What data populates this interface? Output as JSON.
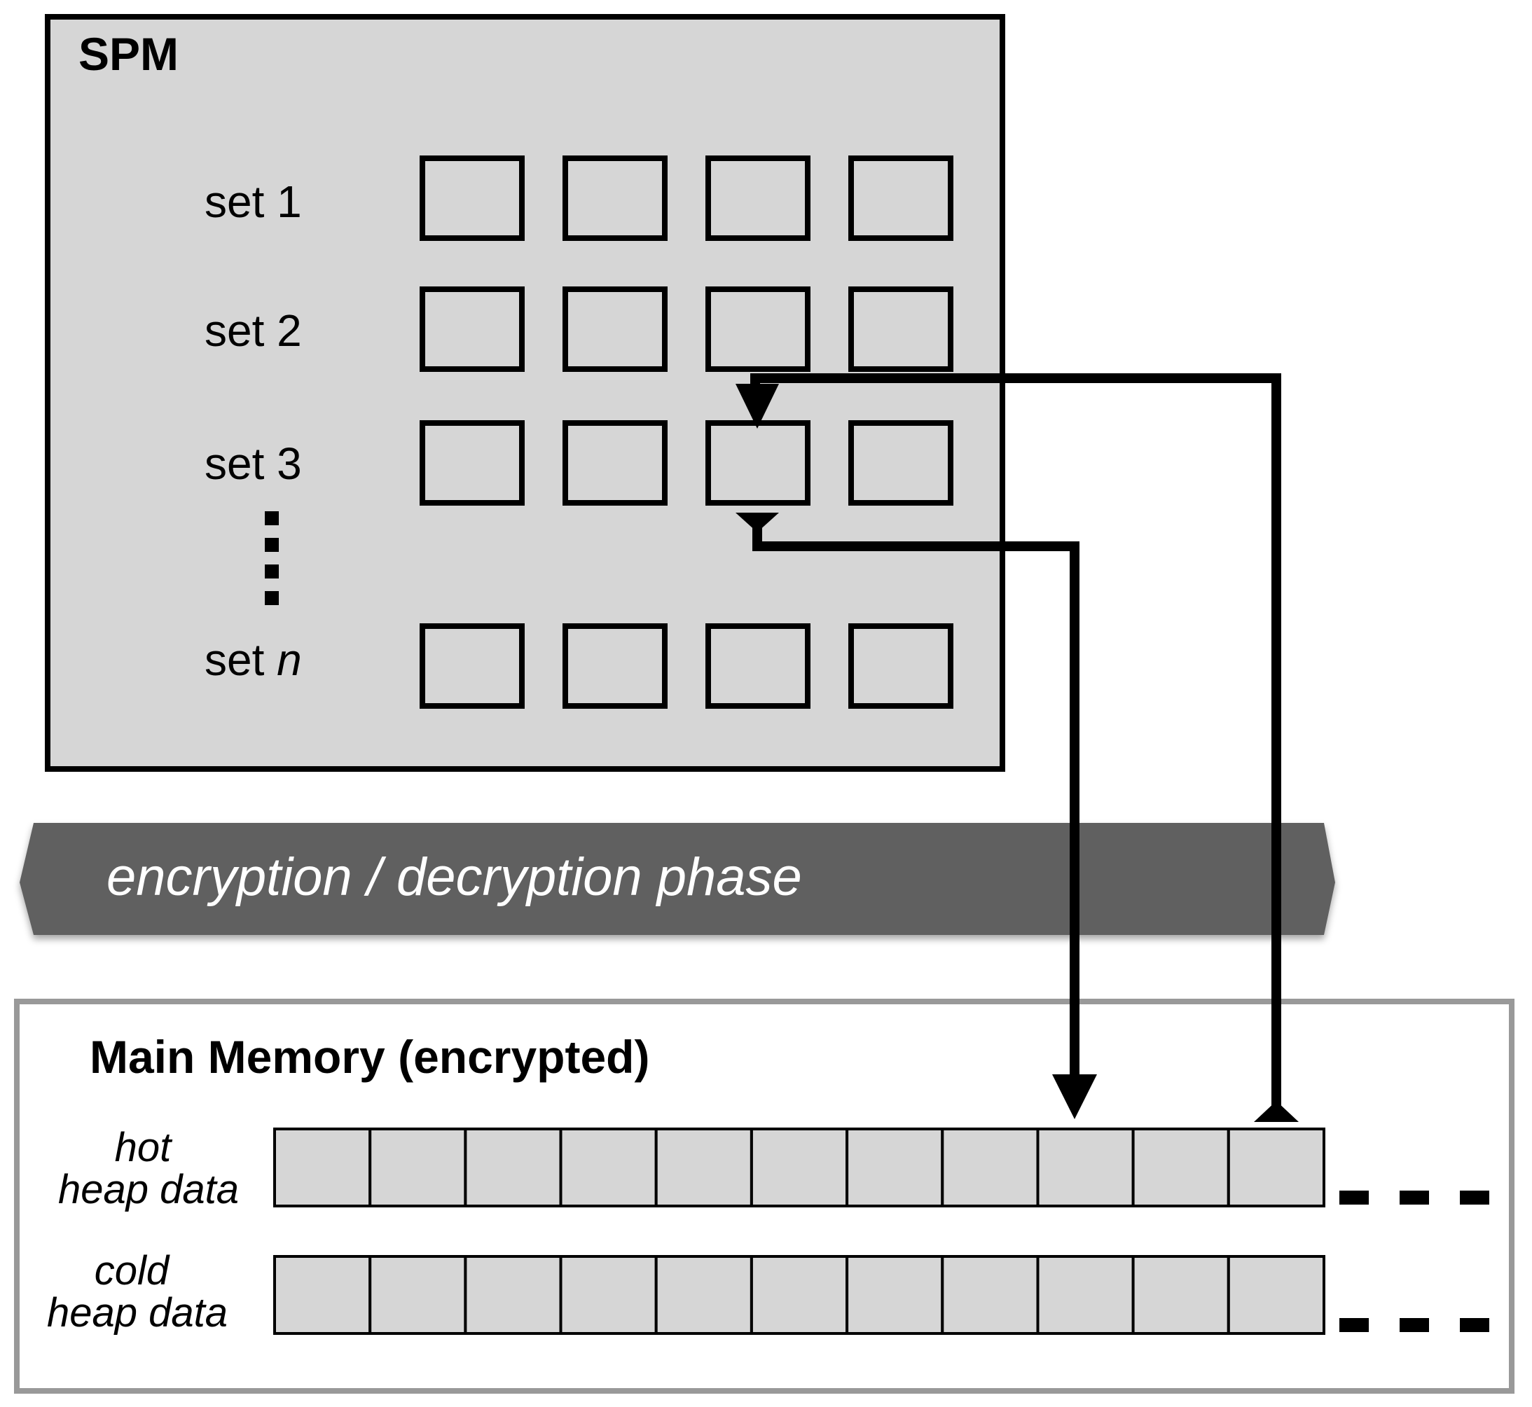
{
  "spm": {
    "title": "SPM",
    "sets": [
      {
        "prefix": "set ",
        "suffix": "1"
      },
      {
        "prefix": "set ",
        "suffix": "2"
      },
      {
        "prefix": "set ",
        "suffix": "3"
      },
      {
        "prefix": "set ",
        "suffix": "n"
      }
    ],
    "ways_per_set": 4
  },
  "phase_banner": {
    "label": "encryption / decryption phase"
  },
  "main_memory": {
    "title": "Main Memory (encrypted)",
    "rows": [
      {
        "line1": "hot",
        "line2": "heap data",
        "blocks": 11
      },
      {
        "line1": "cold",
        "line2": "heap data",
        "blocks": 11
      }
    ]
  },
  "colors": {
    "spm_fill": "#d6d6d6",
    "banner_fill": "#606060",
    "banner_text": "#ffffff",
    "memory_border": "#999999",
    "block_fill": "#d6d6d6",
    "stroke": "#000000"
  }
}
